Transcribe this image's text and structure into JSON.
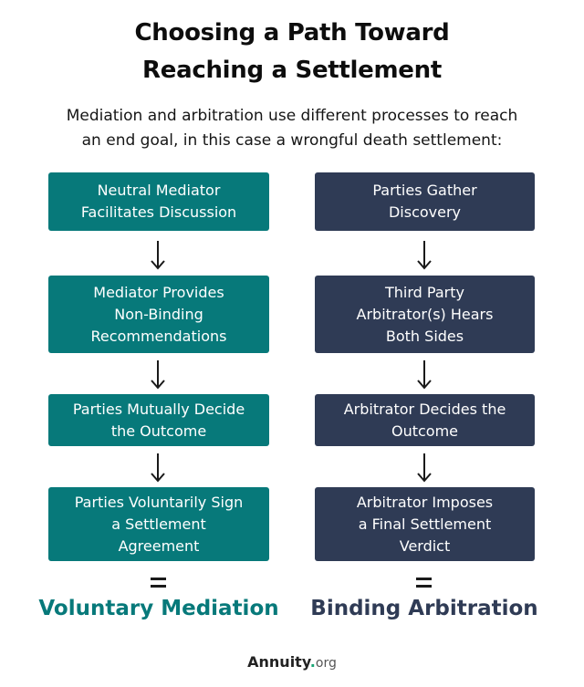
{
  "title": {
    "line1": "Choosing a Path Toward",
    "line2": "Reaching a Settlement"
  },
  "subtitle": {
    "line1": "Mediation and arbitration use different processes to reach",
    "line2": "an end goal, in this case a wrongful death settlement:"
  },
  "colors": {
    "teal": "#07797a",
    "navy": "#2f3b55",
    "logo_dot": "#19a574"
  },
  "left_path": {
    "steps": [
      [
        "Neutral Mediator",
        "Facilitates Discussion"
      ],
      [
        "Mediator Provides",
        "Non-Binding",
        "Recommendations"
      ],
      [
        "Parties Mutually Decide",
        "the Outcome"
      ],
      [
        "Parties Voluntarily Sign",
        "a Settlement",
        "Agreement"
      ]
    ],
    "equals": "=",
    "result": "Voluntary Mediation"
  },
  "right_path": {
    "steps": [
      [
        "Parties Gather",
        "Discovery"
      ],
      [
        "Third Party",
        "Arbitrator(s) Hears",
        "Both Sides"
      ],
      [
        "Arbitrator Decides the",
        "Outcome"
      ],
      [
        "Arbitrator Imposes",
        "a Final Settlement",
        "Verdict"
      ]
    ],
    "equals": "=",
    "result": "Binding Arbitration"
  },
  "icons": {
    "arrow": "arrow-down-icon",
    "equals": "equals-icon"
  },
  "logo": {
    "brand": "Annuity",
    "dot": ".",
    "tld": "org"
  }
}
